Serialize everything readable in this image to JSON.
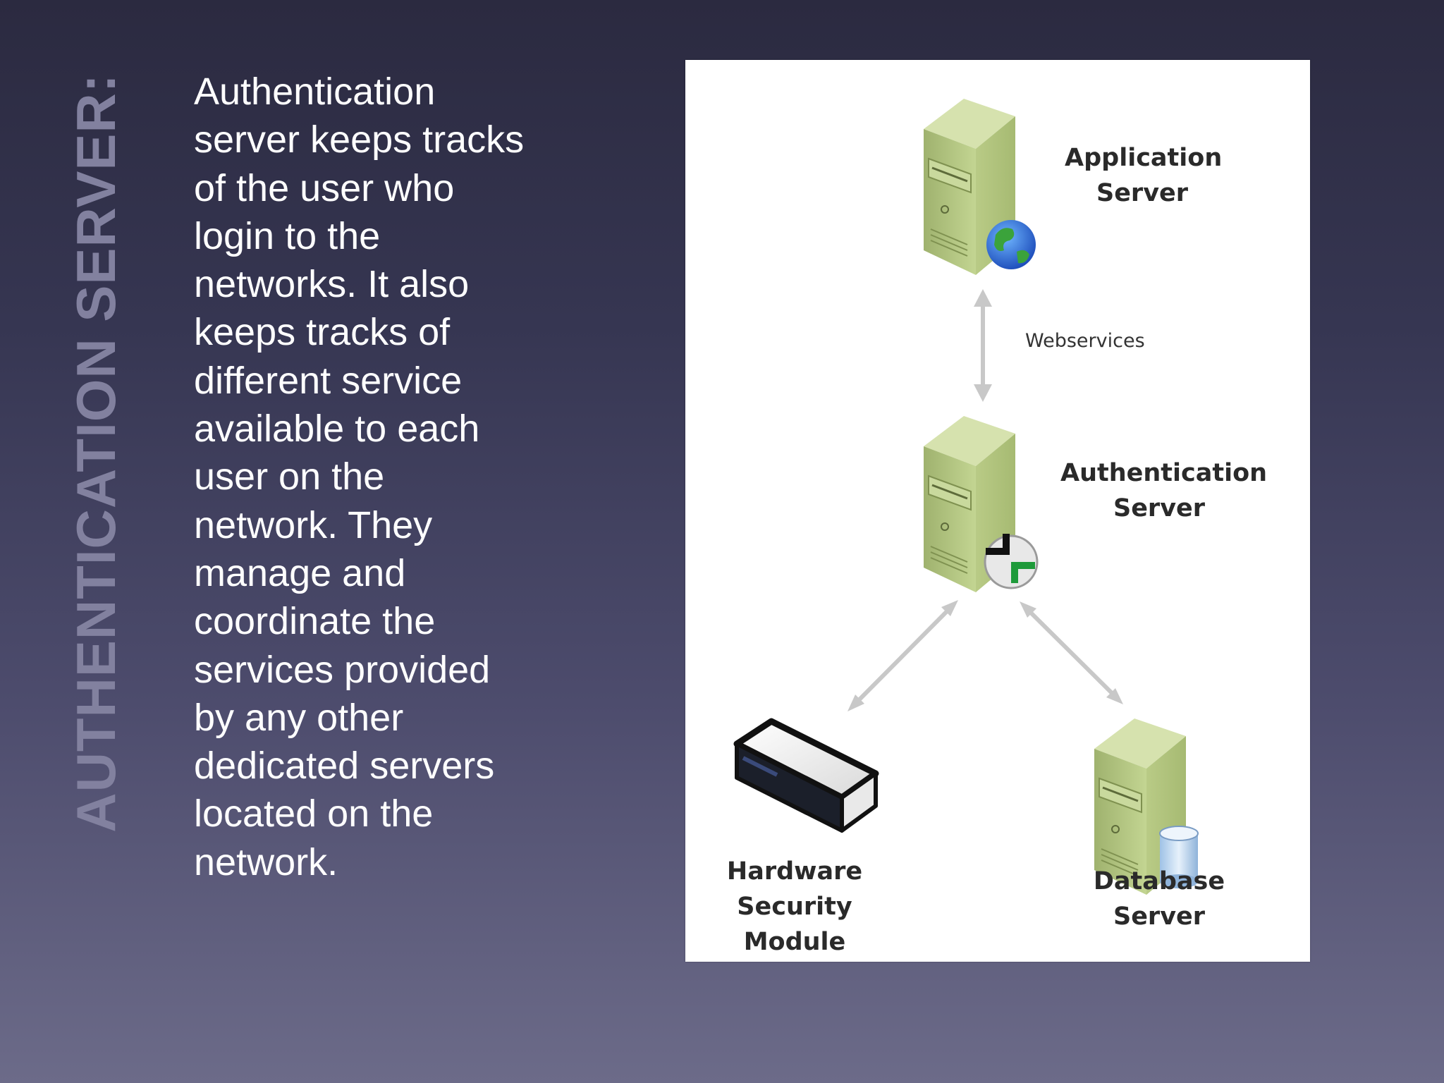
{
  "slide": {
    "title": "AUTHENTICATION SERVER:",
    "body": "Authentication\nserver keeps tracks\nof the user who\nlogin to the\nnetworks. It also\nkeeps tracks of\ndifferent service\navailable to each\nuser on the\nnetwork. They\nmanage and\ncoordinate the\nservices provided\nby any other\ndedicated servers\nlocated on the\nnetwork."
  },
  "diagram": {
    "nodes": [
      {
        "id": "application-server",
        "label": "Application\nServer",
        "icon": "server-globe-icon"
      },
      {
        "id": "authentication-server",
        "label": "Authentication\nServer",
        "icon": "server-clock-icon"
      },
      {
        "id": "hardware-security-module",
        "label": "Hardware\nSecurity Module",
        "icon": "hardware-module-icon"
      },
      {
        "id": "database-server",
        "label": "Database Server",
        "icon": "server-database-icon"
      }
    ],
    "edges": [
      {
        "from": "application-server",
        "to": "authentication-server",
        "label": "Webservices",
        "bidirectional": true
      },
      {
        "from": "authentication-server",
        "to": "hardware-security-module",
        "label": "",
        "bidirectional": true
      },
      {
        "from": "authentication-server",
        "to": "database-server",
        "label": "",
        "bidirectional": true
      }
    ]
  },
  "colors": {
    "background_top": "#2b2a40",
    "background_bottom": "#6c6b89",
    "title": "#82819f",
    "body_text": "#ffffff",
    "server_green": "#b3c784",
    "arrow_gray": "#c8c8c8"
  }
}
